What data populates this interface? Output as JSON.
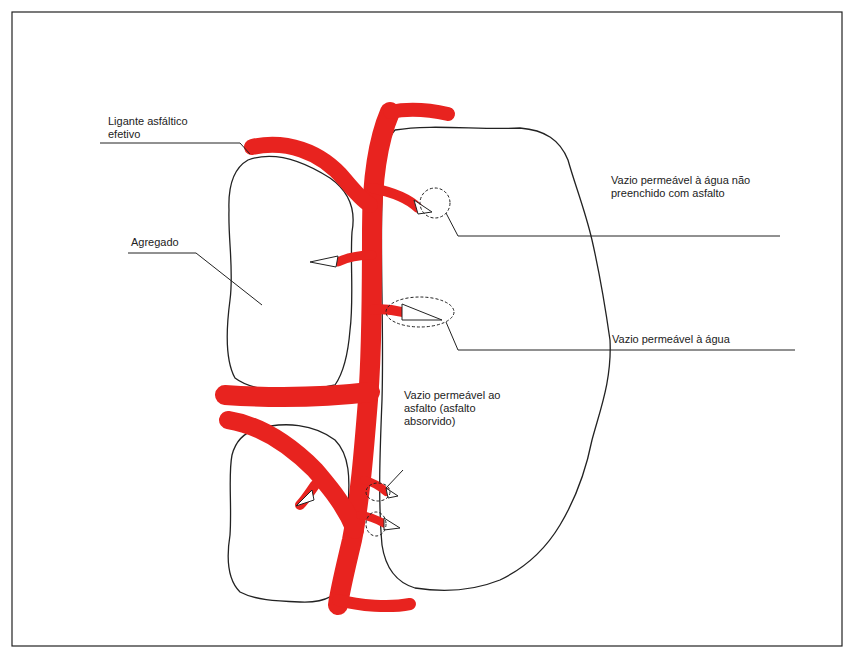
{
  "diagram": {
    "labels": [
      "Ligante asfáltico efetivo",
      "Agregado",
      "Vazio permeável à água não preenchido com asfalto",
      "Vazio permeável à água",
      "Vazio permeável ao asfalto (asfalto absorvido)"
    ]
  }
}
